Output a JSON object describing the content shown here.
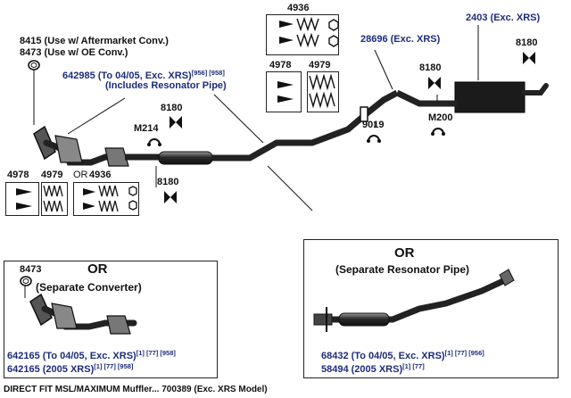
{
  "labels": {
    "p4936_top": "4936",
    "p2403": "2403 (Exc. XRS)",
    "p8415": "8415 (Use w/ Aftermarket Conv.)",
    "p8473_top": "8473 (Use w/ OE Conv.)",
    "p28696": "28696 (Exc. XRS)",
    "p8180_right": "8180",
    "p642985": "642985 (To 04/05, Exc. XRS)",
    "p642985_sup": "[956] [958]",
    "p642985_note": "(Includes Resonator Pipe)",
    "p4978_top": "4978",
    "p4979_top": "4979",
    "p8180_mid": "8180",
    "p8180_up": "8180",
    "p8180_lo": "8180",
    "pM214": "M214",
    "pM200": "M200",
    "p9019": "9019",
    "p4978_left": "4978",
    "p4979_left": "4979",
    "or_small": "OR",
    "p4936_left": "4936",
    "conv_box": {
      "part": "8473",
      "or": "OR",
      "note": "(Separate Converter)",
      "line1": "642165 (To 04/05, Exc. XRS)",
      "line1_sup": "[1] [77] [958]",
      "line2": "642165 (2005 XRS)",
      "line2_sup": "[1] [77] [958]"
    },
    "res_box": {
      "or": "OR",
      "note": "(Separate Resonator Pipe)",
      "line1": "68432 (To 04/05, Exc. XRS)",
      "line1_sup": "[1] [77] [956]",
      "line2": "58494 (2005 XRS)",
      "line2_sup": "[1] [77]"
    },
    "footer": "DIRECT FIT MSL/MAXIMUM Muffler... 700389 (Exc. XRS Model)"
  },
  "icons": {
    "bolt_kit": "bolt-kit-icon",
    "spring_kit": "spring-kit-icon",
    "gasket": "gasket-ring-icon",
    "hanger": "rubber-hanger-icon",
    "clamp": "clamp-icon"
  },
  "colors": {
    "part_text": "#1d2c7a",
    "line": "#111111",
    "pipe": "#2a2a2a"
  }
}
